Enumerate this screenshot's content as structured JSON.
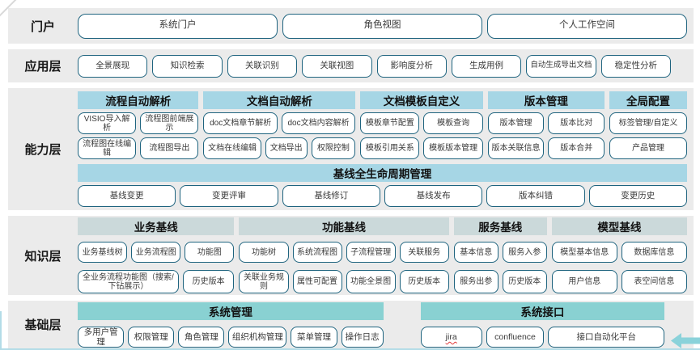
{
  "colors": {
    "band_background": "#ebebeb",
    "capability_header": "#a6d6e5",
    "knowledge_header": "#cbd9da",
    "foundation_header": "#89d1d2",
    "box_border": "#1f647f",
    "bottom_edge_line": "#b3dce7",
    "corner_arrow": "#8ad2da",
    "jira_spellcheck_underline": "#e03a3a"
  },
  "portal": {
    "label": "门户",
    "buttons": [
      "系统门户",
      "角色视图",
      "个人工作空间"
    ]
  },
  "application": {
    "label": "应用层",
    "buttons": [
      "全景展现",
      "知识检索",
      "关联识别",
      "关联视图",
      "影响度分析",
      "生成用例",
      "自动生成导出文档",
      "稳定性分析"
    ]
  },
  "capability": {
    "label": "能力层",
    "groups": [
      {
        "title": "流程自动解析",
        "rows": [
          [
            "VISIO导入解析",
            "流程图前端展示"
          ],
          [
            "流程图在线编辑",
            "流程图导出"
          ]
        ]
      },
      {
        "title": "文档自动解析",
        "rows": [
          [
            "doc文档章节解析",
            "doc文档内容解析"
          ],
          [
            "文档在线编辑",
            "文档导出",
            "权限控制"
          ]
        ]
      },
      {
        "title": "文档模板自定义",
        "rows": [
          [
            "模板章节配置",
            "模板查询"
          ],
          [
            "模板引用关系",
            "模板版本管理"
          ]
        ]
      },
      {
        "title": "版本管理",
        "rows": [
          [
            "版本管理",
            "版本比对"
          ],
          [
            "版本关联信息",
            "版本合并"
          ]
        ]
      },
      {
        "title": "全局配置",
        "rows": [
          [
            "标签管理/自定义"
          ],
          [
            "产品管理"
          ]
        ]
      }
    ],
    "baseline": {
      "title": "基线全生命周期管理",
      "buttons": [
        "基线变更",
        "变更评审",
        "基线修订",
        "基线发布",
        "版本纠错",
        "变更历史"
      ]
    }
  },
  "knowledge": {
    "label": "知识层",
    "groups": [
      {
        "title": "业务基线",
        "rows": [
          [
            "业务基线树",
            "业务流程图",
            "功能图"
          ],
          [
            "全业务流程功能图（搜索/下钻展示）",
            "历史版本"
          ]
        ]
      },
      {
        "title": "功能基线",
        "rows": [
          [
            "功能树",
            "系统流程图",
            "子流程管理",
            "关联服务"
          ],
          [
            "关联业务规则",
            "属性可配置",
            "功能全景图",
            "历史版本"
          ]
        ]
      },
      {
        "title": "服务基线",
        "rows": [
          [
            "基本信息",
            "服务入参"
          ],
          [
            "服务出参",
            "历史版本"
          ]
        ]
      },
      {
        "title": "模型基线",
        "rows": [
          [
            "模型基本信息",
            "数据库信息"
          ],
          [
            "用户信息",
            "表空间信息"
          ]
        ]
      }
    ]
  },
  "foundation": {
    "label": "基础层",
    "groups": [
      {
        "title": "系统管理",
        "buttons": [
          "多用户管理",
          "权限管理",
          "角色管理",
          "组织机构管理",
          "菜单管理",
          "操作日志"
        ]
      },
      {
        "title": "系统接口",
        "buttons": [
          "jira",
          "confluence",
          "接口自动化平台"
        ]
      }
    ]
  }
}
